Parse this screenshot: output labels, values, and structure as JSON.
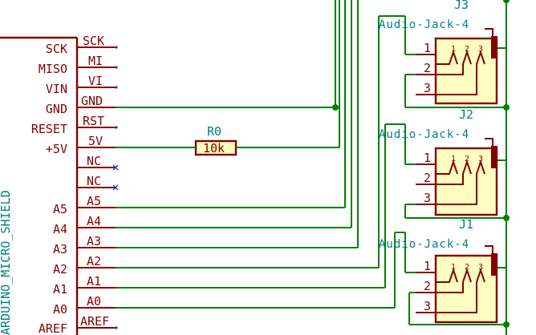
{
  "shield": {
    "name": "ARDUINO_MICRO_SHIELD",
    "pins": [
      {
        "name": "SCK",
        "tag": "SCK"
      },
      {
        "name": "MISO",
        "tag": "MI"
      },
      {
        "name": "VIN",
        "tag": "VI"
      },
      {
        "name": "GND",
        "tag": "GND"
      },
      {
        "name": "RESET",
        "tag": "RST"
      },
      {
        "name": "+5V",
        "tag": "5V"
      },
      {
        "name": "",
        "tag": "NC"
      },
      {
        "name": "",
        "tag": "NC"
      },
      {
        "name": "A5",
        "tag": "A5"
      },
      {
        "name": "A4",
        "tag": "A4"
      },
      {
        "name": "A3",
        "tag": "A3"
      },
      {
        "name": "A2",
        "tag": "A2"
      },
      {
        "name": "A1",
        "tag": "A1"
      },
      {
        "name": "A0",
        "tag": "A0"
      },
      {
        "name": "AREF",
        "tag": "AREF"
      }
    ]
  },
  "resistor": {
    "ref": "R0",
    "value": "10k"
  },
  "jacks": [
    {
      "ref": "J3",
      "value": "Audio-Jack-4"
    },
    {
      "ref": "J2",
      "value": "Audio-Jack-4"
    },
    {
      "ref": "J1",
      "value": "Audio-Jack-4"
    }
  ],
  "jack_pins": {
    "outer": [
      "1",
      "2",
      "3"
    ],
    "inner": [
      "1",
      "2",
      "3"
    ]
  },
  "colors": {
    "wire": "#008000",
    "symbol": "#840000",
    "fill": "#ffffc2",
    "net_text": "#008080",
    "no_connect": "#1a3acc"
  }
}
